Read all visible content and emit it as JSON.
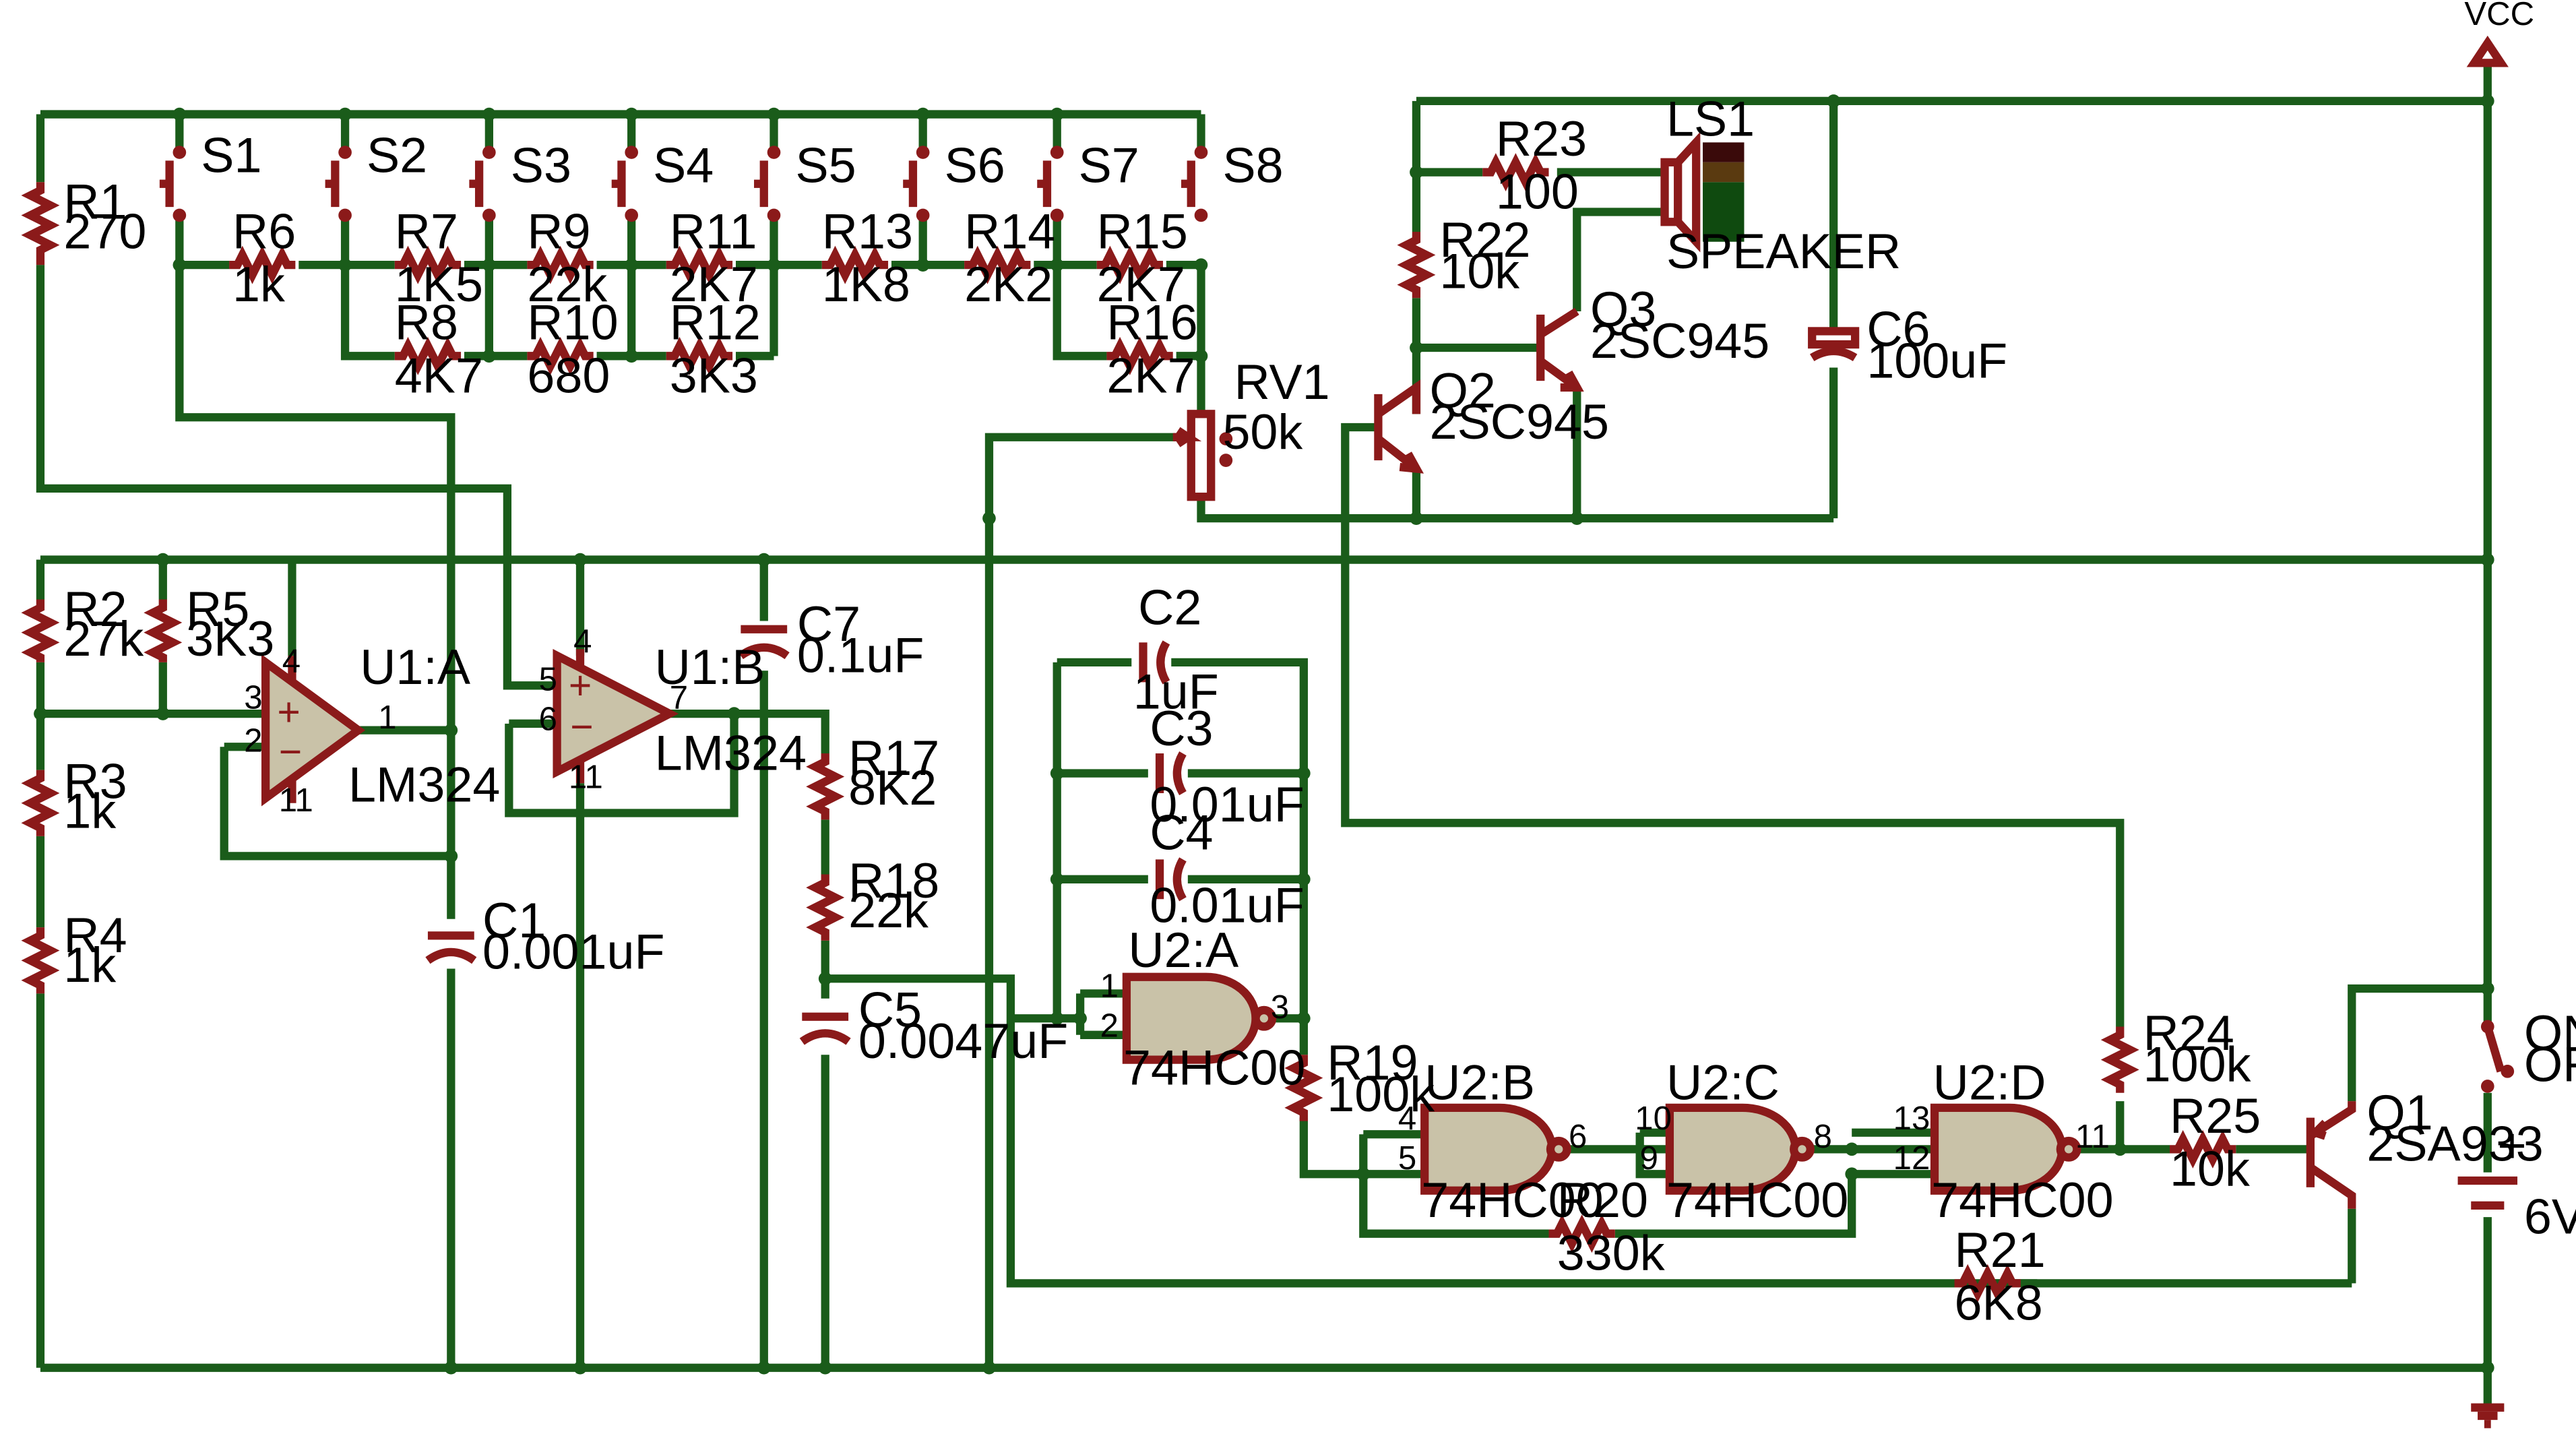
{
  "supply_label": "VCC",
  "resistors": [
    {
      "ref": "R1",
      "value": "270"
    },
    {
      "ref": "R2",
      "value": "27k"
    },
    {
      "ref": "R3",
      "value": "1k"
    },
    {
      "ref": "R4",
      "value": "1k"
    },
    {
      "ref": "R5",
      "value": "3K3"
    },
    {
      "ref": "R6",
      "value": "1k"
    },
    {
      "ref": "R7",
      "value": "1K5"
    },
    {
      "ref": "R8",
      "value": "4K7"
    },
    {
      "ref": "R9",
      "value": "22k"
    },
    {
      "ref": "R10",
      "value": "680"
    },
    {
      "ref": "R11",
      "value": "2K7"
    },
    {
      "ref": "R12",
      "value": "3K3"
    },
    {
      "ref": "R13",
      "value": "1K8"
    },
    {
      "ref": "R14",
      "value": "2K2"
    },
    {
      "ref": "R15",
      "value": "2K7"
    },
    {
      "ref": "R16",
      "value": "2K7"
    },
    {
      "ref": "R17",
      "value": "8K2"
    },
    {
      "ref": "R18",
      "value": "22k"
    },
    {
      "ref": "R19",
      "value": "100k"
    },
    {
      "ref": "R20",
      "value": "330k"
    },
    {
      "ref": "R21",
      "value": "6K8"
    },
    {
      "ref": "R22",
      "value": "10k"
    },
    {
      "ref": "R23",
      "value": "100"
    },
    {
      "ref": "R24",
      "value": "100k"
    },
    {
      "ref": "R25",
      "value": "10k"
    }
  ],
  "capacitors": [
    {
      "ref": "C1",
      "value": "0.001uF"
    },
    {
      "ref": "C2",
      "value": "1uF"
    },
    {
      "ref": "C3",
      "value": "0.01uF"
    },
    {
      "ref": "C4",
      "value": "0.01uF"
    },
    {
      "ref": "C5",
      "value": "0.0047uF"
    },
    {
      "ref": "C6",
      "value": "100uF"
    },
    {
      "ref": "C7",
      "value": "0.1uF"
    }
  ],
  "switches": [
    "S1",
    "S2",
    "S3",
    "S4",
    "S5",
    "S6",
    "S7",
    "S8"
  ],
  "pot": {
    "ref": "RV1",
    "value": "50k"
  },
  "opamps": [
    {
      "ref": "U1:A",
      "part": "LM324",
      "pins": [
        "4",
        "3",
        "2",
        "11",
        "1"
      ]
    },
    {
      "ref": "U1:B",
      "part": "LM324",
      "pins": [
        "4",
        "5",
        "6",
        "11",
        "7"
      ]
    }
  ],
  "gates": [
    {
      "ref": "U2:A",
      "part": "74HC00",
      "pins": [
        "1",
        "2",
        "3"
      ]
    },
    {
      "ref": "U2:B",
      "part": "74HC00",
      "pins": [
        "4",
        "5",
        "6"
      ]
    },
    {
      "ref": "U2:C",
      "part": "74HC00",
      "pins": [
        "10",
        "9",
        "8"
      ]
    },
    {
      "ref": "U2:D",
      "part": "74HC00",
      "pins": [
        "13",
        "12",
        "11"
      ]
    }
  ],
  "transistors": [
    {
      "ref": "Q1",
      "part": "2SA933"
    },
    {
      "ref": "Q2",
      "part": "2SC945"
    },
    {
      "ref": "Q3",
      "part": "2SC945"
    }
  ],
  "speaker": {
    "ref": "LS1",
    "label": "SPEAKER"
  },
  "power_switch": {
    "on": "ON",
    "off": "OFF"
  },
  "battery": {
    "value": "6V",
    "plus": "+"
  }
}
